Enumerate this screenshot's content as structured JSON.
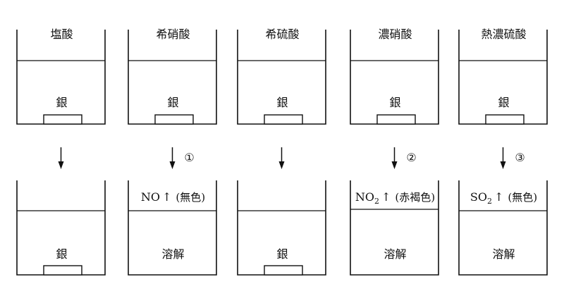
{
  "columns": [
    {
      "acid": "塩酸",
      "top_metal": "銀",
      "step_mark": "",
      "result_gas": "",
      "result_gas_sub": "",
      "result_gas_suffix": "",
      "result_gas_color": "",
      "result_bottom": "銀",
      "silver_remains": true
    },
    {
      "acid": "希硝酸",
      "top_metal": "銀",
      "step_mark": "①",
      "result_gas": "NO",
      "result_gas_sub": "",
      "result_gas_suffix": "↑",
      "result_gas_color": "(無色)",
      "result_bottom": "溶解",
      "silver_remains": false
    },
    {
      "acid": "希硫酸",
      "top_metal": "銀",
      "step_mark": "",
      "result_gas": "",
      "result_gas_sub": "",
      "result_gas_suffix": "",
      "result_gas_color": "",
      "result_bottom": "銀",
      "silver_remains": true
    },
    {
      "acid": "濃硝酸",
      "top_metal": "銀",
      "step_mark": "②",
      "result_gas": "NO",
      "result_gas_sub": "2",
      "result_gas_suffix": "↑",
      "result_gas_color": "(赤褐色)",
      "result_bottom": "溶解",
      "silver_remains": false
    },
    {
      "acid": "熱濃硫酸",
      "top_metal": "銀",
      "step_mark": "③",
      "result_gas": "SO",
      "result_gas_sub": "2",
      "result_gas_suffix": "↑",
      "result_gas_color": "(無色)",
      "result_bottom": "溶解",
      "silver_remains": false
    }
  ]
}
